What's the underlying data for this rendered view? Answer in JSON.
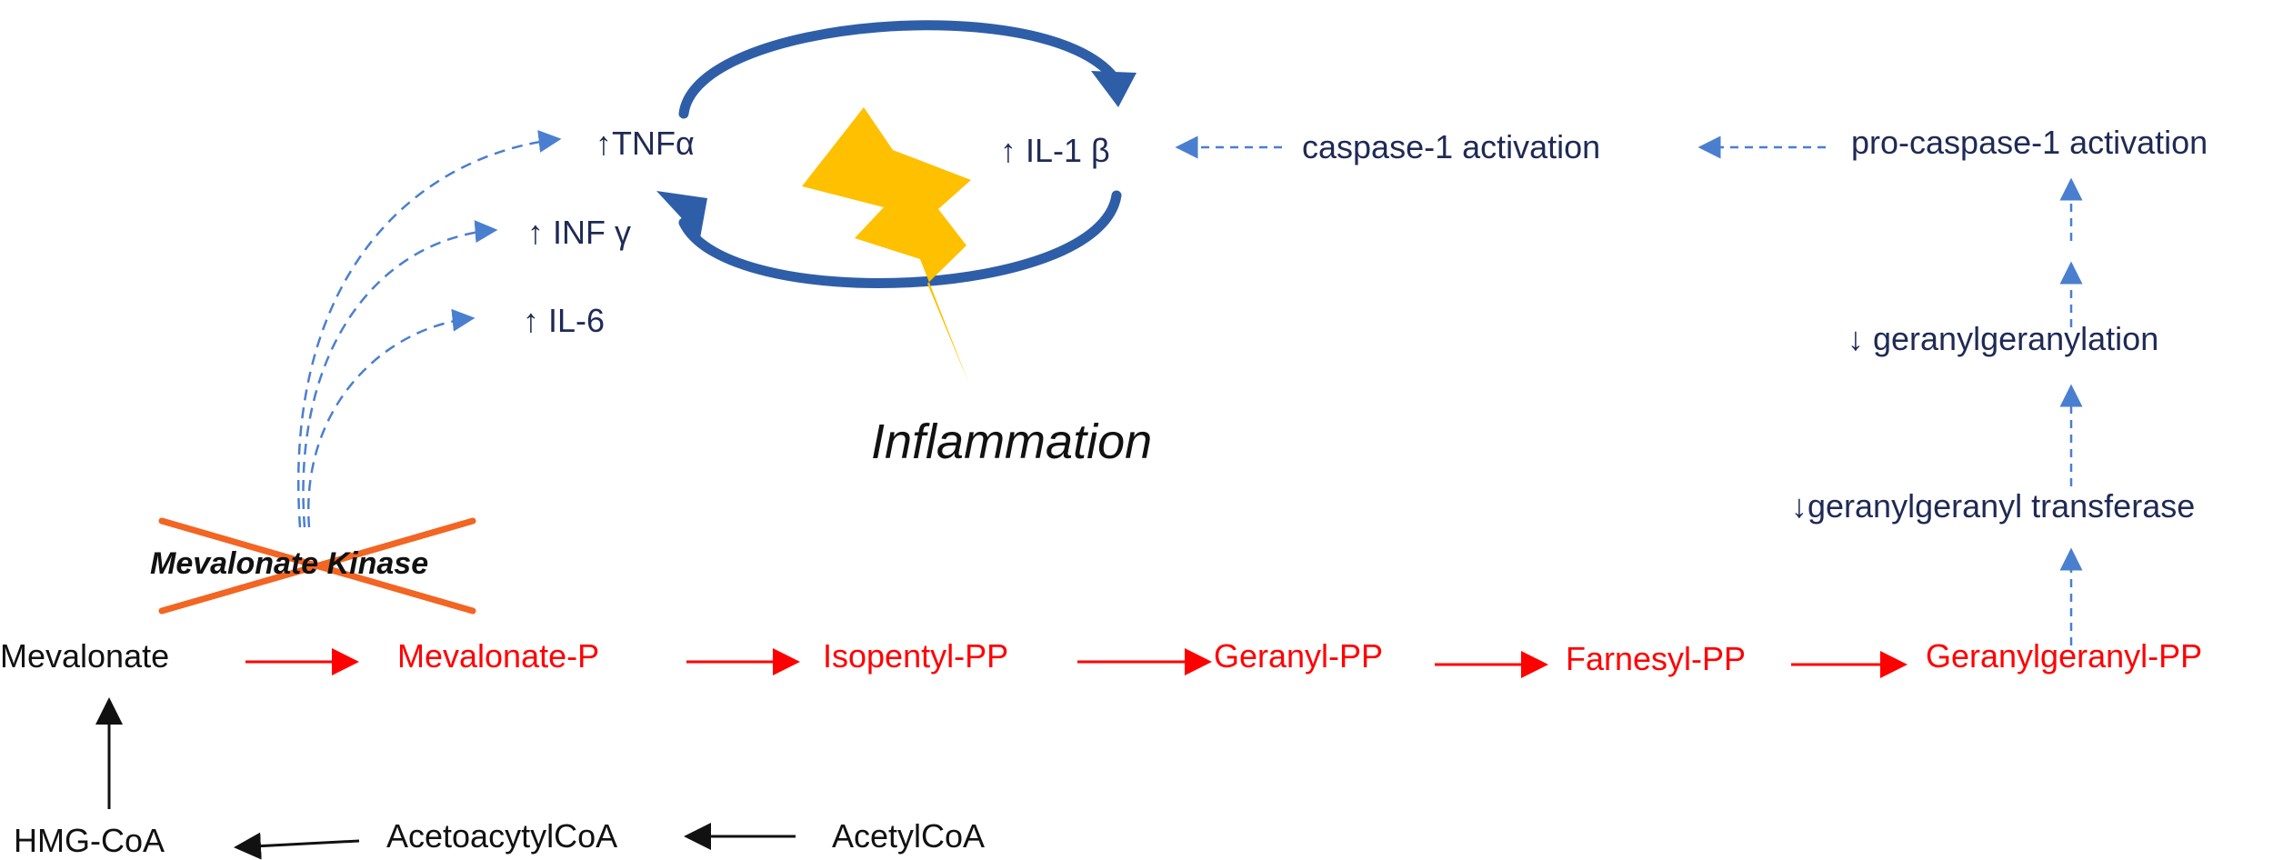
{
  "diagram": {
    "cytokines": {
      "tnf": "↑TNFα",
      "inf": "↑ INF γ",
      "il6": "↑ IL-6",
      "il1b": "↑ IL-1 β"
    },
    "inflammation_label": "Inflammation",
    "caspase_pathway": {
      "caspase1_activation": "caspase-1 activation",
      "pro_caspase1_activation": "pro-caspase-1 activation",
      "geranylgeranylation": "↓ geranylgeranylation",
      "gg_transferase": "↓geranylgeranyl transferase"
    },
    "enzyme_block_label": "Mevalonate Kinase",
    "mevalonate_pathway": {
      "mevalonate": "Mevalonate",
      "mevalonate_p": "Mevalonate-P",
      "isopentyl_pp": "Isopentyl-PP",
      "geranyl_pp": "Geranyl-PP",
      "farnesyl_pp": "Farnesyl-PP",
      "geranylgeranyl_pp": "Geranylgeranyl-PP"
    },
    "precursors": {
      "hmg_coa": "HMG-CoA",
      "acetoacetyl_coa": "AcetoacytylCoA",
      "acetyl_coa": "AcetylCoA"
    }
  },
  "colors": {
    "navy_text": "#1f2a55",
    "pathway_red": "#ff0000",
    "dashed_blue": "#4a7fd0",
    "cycle_blue": "#2e5ea8",
    "bolt_yellow": "#ffc000",
    "cross_orange": "#f26522"
  },
  "icons": [
    "lightning-bolt-icon",
    "cycle-arrows-icon",
    "cross-out-icon"
  ]
}
